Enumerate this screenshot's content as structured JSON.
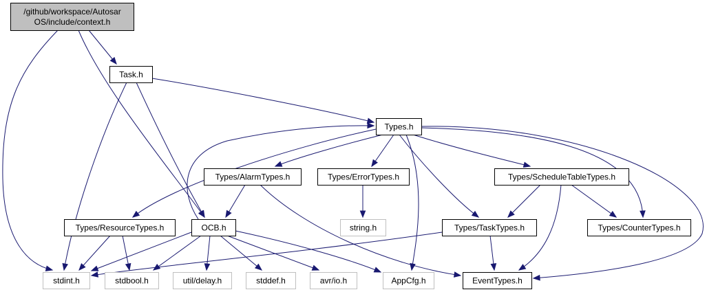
{
  "nodes": [
    {
      "id": "context",
      "lines": [
        "/github/workspace/Autosar",
        "OS/include/context.h"
      ],
      "kind": "root"
    },
    {
      "id": "task",
      "lines": [
        "Task.h"
      ],
      "kind": "documented"
    },
    {
      "id": "types",
      "lines": [
        "Types.h"
      ],
      "kind": "documented"
    },
    {
      "id": "alarm",
      "lines": [
        "Types/AlarmTypes.h"
      ],
      "kind": "documented"
    },
    {
      "id": "error",
      "lines": [
        "Types/ErrorTypes.h"
      ],
      "kind": "documented"
    },
    {
      "id": "sched",
      "lines": [
        "Types/ScheduleTableTypes.h"
      ],
      "kind": "documented"
    },
    {
      "id": "resource",
      "lines": [
        "Types/ResourceTypes.h"
      ],
      "kind": "documented"
    },
    {
      "id": "ocb",
      "lines": [
        "OCB.h"
      ],
      "kind": "documented"
    },
    {
      "id": "string",
      "lines": [
        "string.h"
      ],
      "kind": "external"
    },
    {
      "id": "tasktypes",
      "lines": [
        "Types/TaskTypes.h"
      ],
      "kind": "documented"
    },
    {
      "id": "counter",
      "lines": [
        "Types/CounterTypes.h"
      ],
      "kind": "documented"
    },
    {
      "id": "stdint",
      "lines": [
        "stdint.h"
      ],
      "kind": "external"
    },
    {
      "id": "stdbool",
      "lines": [
        "stdbool.h"
      ],
      "kind": "external"
    },
    {
      "id": "delay",
      "lines": [
        "util/delay.h"
      ],
      "kind": "external"
    },
    {
      "id": "stddef",
      "lines": [
        "stddef.h"
      ],
      "kind": "external"
    },
    {
      "id": "avrio",
      "lines": [
        "avr/io.h"
      ],
      "kind": "external"
    },
    {
      "id": "appcfg",
      "lines": [
        "AppCfg.h"
      ],
      "kind": "external"
    },
    {
      "id": "event",
      "lines": [
        "EventTypes.h"
      ],
      "kind": "documented"
    }
  ],
  "edges": [
    {
      "from": "context",
      "to": "task"
    },
    {
      "from": "context",
      "to": "ocb"
    },
    {
      "from": "context",
      "to": "stdint"
    },
    {
      "from": "task",
      "to": "types"
    },
    {
      "from": "task",
      "to": "ocb"
    },
    {
      "from": "task",
      "to": "stdint"
    },
    {
      "from": "types",
      "to": "alarm"
    },
    {
      "from": "types",
      "to": "error"
    },
    {
      "from": "types",
      "to": "sched"
    },
    {
      "from": "types",
      "to": "resource"
    },
    {
      "from": "types",
      "to": "tasktypes"
    },
    {
      "from": "types",
      "to": "counter"
    },
    {
      "from": "types",
      "to": "appcfg"
    },
    {
      "from": "types",
      "to": "event"
    },
    {
      "from": "ocb",
      "to": "types"
    },
    {
      "from": "alarm",
      "to": "ocb"
    },
    {
      "from": "alarm",
      "to": "event"
    },
    {
      "from": "error",
      "to": "string"
    },
    {
      "from": "sched",
      "to": "tasktypes"
    },
    {
      "from": "sched",
      "to": "counter"
    },
    {
      "from": "sched",
      "to": "event"
    },
    {
      "from": "resource",
      "to": "stdint"
    },
    {
      "from": "resource",
      "to": "stdbool"
    },
    {
      "from": "ocb",
      "to": "stdint"
    },
    {
      "from": "ocb",
      "to": "stdbool"
    },
    {
      "from": "ocb",
      "to": "delay"
    },
    {
      "from": "ocb",
      "to": "stddef"
    },
    {
      "from": "ocb",
      "to": "avrio"
    },
    {
      "from": "ocb",
      "to": "appcfg"
    },
    {
      "from": "tasktypes",
      "to": "stdint"
    },
    {
      "from": "tasktypes",
      "to": "event"
    }
  ],
  "colors": {
    "edge": "#191970",
    "root_fill": "#bfbfbf",
    "root_stroke": "#000000",
    "documented_fill": "#ffffff",
    "documented_stroke": "#000000",
    "external_fill": "#ffffff",
    "external_stroke": "#bfbfbf"
  }
}
